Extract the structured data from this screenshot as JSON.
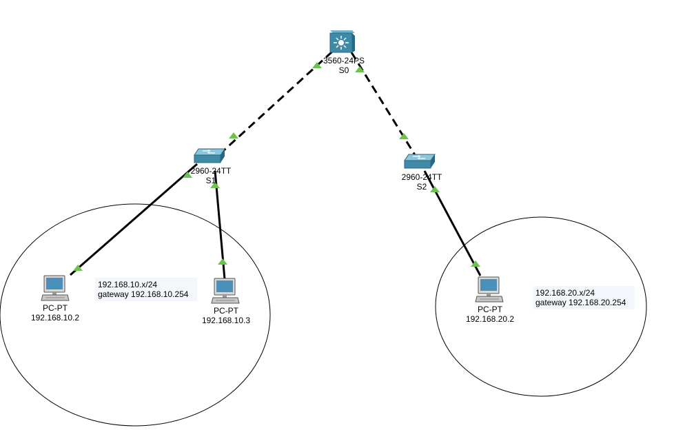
{
  "devices": {
    "s0": {
      "model": "3560-24PS",
      "name": "S0"
    },
    "s1": {
      "model": "2960-24TT",
      "name": "S1"
    },
    "s2": {
      "model": "2960-24TT",
      "name": "S2"
    },
    "pc1": {
      "type": "PC-PT",
      "ip": "192.168.10.2"
    },
    "pc2": {
      "type": "PC-PT",
      "ip": "192.168.10.3"
    },
    "pc3": {
      "type": "PC-PT",
      "ip": "192.168.20.2"
    }
  },
  "notes": {
    "vlan10": {
      "subnet": "192.168.10.x/24",
      "gateway": "gateway 192.168.10.254"
    },
    "vlan20": {
      "subnet": "192.168.20.x/24",
      "gateway": "gateway 192.168.20.254"
    }
  },
  "colors": {
    "link_light": "#6cc24a",
    "switch_body": "#3f8aa6",
    "pc_screen": "#4a90b8"
  }
}
